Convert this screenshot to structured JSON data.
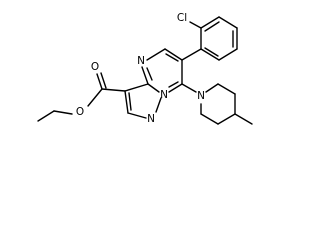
{
  "molecule": {
    "labels": {
      "chlorine": "Cl",
      "n4": "N",
      "n7a": "N",
      "n1": "N",
      "piperidine_n": "N",
      "ester_o_carbonyl": "O",
      "ester_o_ether": "O"
    }
  }
}
